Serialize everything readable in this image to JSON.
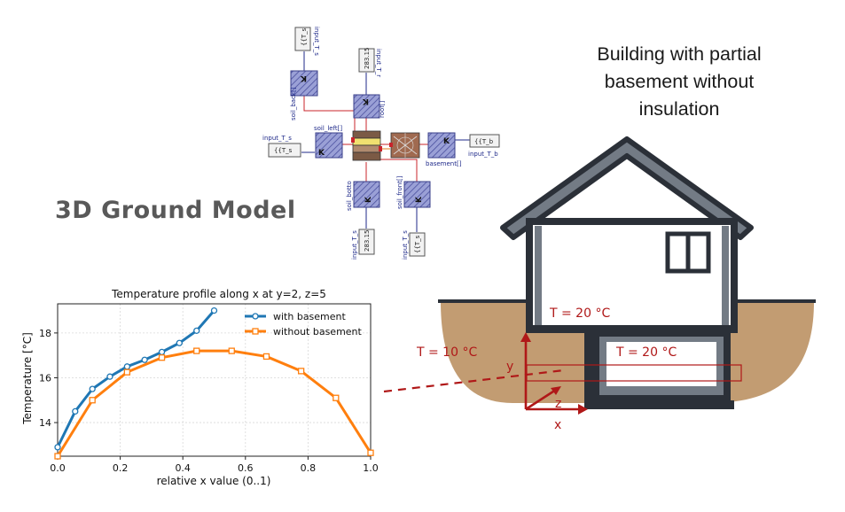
{
  "page": {
    "title": "3D Ground Model",
    "house_title_lines": [
      "Building with partial",
      "basement without",
      "insulation"
    ]
  },
  "schematic": {
    "soil_back_label": "soil_back[]",
    "roof_label": "roof[]",
    "soil_left_label": "soil_left[]",
    "basement_label": "basement[]",
    "soil_bottom_label": "soil_botto",
    "soil_front_label": "soil_front[]",
    "input_top_left_name": "input_T_s",
    "input_top_left_value": "{{T_s",
    "input_top_right_name": "input_T_r",
    "input_top_right_value": "283.15",
    "input_left_name": "input_T_s",
    "input_left_value": "{{T_s",
    "input_right_name": "input_T_b",
    "input_right_value": "{{T_b",
    "input_bottom_left_name": "input_T_s",
    "input_bottom_left_value": "283.15",
    "input_bottom_right_name": "input_T_s",
    "input_bottom_right_value": "{{T_s",
    "k_symbol": "K"
  },
  "house": {
    "ground_floor_temp": "T = 20 °C",
    "basement_temp": "T = 20 °C",
    "soil_temp": "T = 10 °C",
    "axis_x": "x",
    "axis_y": "y",
    "axis_z": "z",
    "colors": {
      "outline": "#2b3038",
      "soil": "#c29c72",
      "roof": "#737b85",
      "marker": "#b01818"
    }
  },
  "chart_data": {
    "type": "line",
    "title": "Temperature profile along x at y=2, z=5",
    "xlabel": "relative x value (0..1)",
    "ylabel": "Temperature [°C]",
    "xlim": [
      0,
      1
    ],
    "ylim": [
      12.5,
      19.3
    ],
    "xticks": [
      "0.0",
      "0.2",
      "0.4",
      "0.6",
      "0.8",
      "1.0"
    ],
    "yticks": [
      "14",
      "16",
      "18"
    ],
    "grid": true,
    "legend_position": "top-right",
    "series": [
      {
        "name": "with basement",
        "color": "#1f77b4",
        "marker": "circle",
        "x": [
          0.0,
          0.056,
          0.111,
          0.167,
          0.222,
          0.278,
          0.333,
          0.389,
          0.444,
          0.5
        ],
        "y": [
          12.9,
          14.5,
          15.5,
          16.05,
          16.5,
          16.8,
          17.15,
          17.55,
          18.1,
          19.0
        ]
      },
      {
        "name": "without basement",
        "color": "#ff7f0e",
        "marker": "square",
        "x": [
          0.0,
          0.111,
          0.222,
          0.333,
          0.444,
          0.556,
          0.667,
          0.778,
          0.889,
          1.0
        ],
        "y": [
          12.5,
          15.0,
          16.25,
          16.9,
          17.2,
          17.2,
          16.95,
          16.3,
          15.1,
          12.65
        ]
      }
    ]
  }
}
